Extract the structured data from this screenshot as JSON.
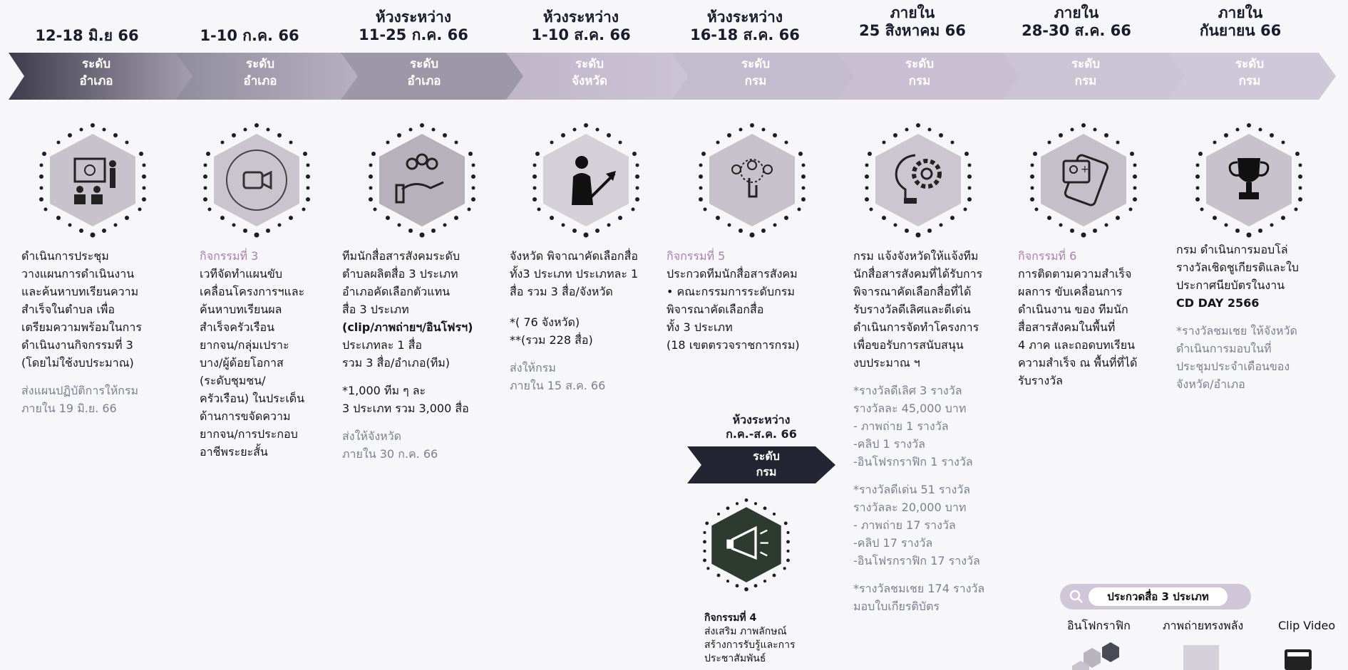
{
  "stages": [
    {
      "date": "12-18 มิ.ย 66",
      "level": [
        "ระดับ",
        "อำเภอ"
      ],
      "icon": "presentation-meeting-icon"
    },
    {
      "date": "1-10 ก.ค. 66",
      "level": [
        "ระดับ",
        "อำเภอ"
      ],
      "icon": "video-camera-icon"
    },
    {
      "date": "ห้วงระหว่าง 11-25 ก.ค. 66",
      "level": [
        "ระดับ",
        "อำเภอ"
      ],
      "icon": "team-hand-icon"
    },
    {
      "date": "ห้วงระหว่าง 1-10 ส.ค. 66",
      "level": [
        "ระดับ",
        "จังหวัด"
      ],
      "icon": "growth-arrow-icon"
    },
    {
      "date": "ห้วงระหว่าง 16-18 ส.ค. 66",
      "level": [
        "ระดับ",
        "กรม"
      ],
      "icon": "select-people-icon"
    },
    {
      "date": "ภายใน 25 สิงหาคม 66",
      "level": [
        "ระดับ",
        "กรม"
      ],
      "icon": "idea-gear-icon"
    },
    {
      "date": "ภายใน 28-30 ส.ค. 66",
      "level": [
        "ระดับ",
        "กรม"
      ],
      "icon": "tablet-photo-icon"
    },
    {
      "date": "ภายใน กันยายน 66",
      "level": [
        "ระดับ",
        "กรม"
      ],
      "icon": "trophy-icon"
    }
  ],
  "dates": {
    "s1": [
      "12-18 มิ.ย 66"
    ],
    "s2": [
      "1-10 ก.ค. 66"
    ],
    "s3": [
      "ห้วงระหว่าง",
      "11-25 ก.ค. 66"
    ],
    "s4": [
      "ห้วงระหว่าง",
      "1-10 ส.ค. 66"
    ],
    "s5": [
      "ห้วงระหว่าง",
      "16-18 ส.ค. 66"
    ],
    "s6": [
      "ภายใน",
      "25 สิงหาคม 66"
    ],
    "s7": [
      "ภายใน",
      "28-30 ส.ค. 66"
    ],
    "s8": [
      "ภายใน",
      "กันยายน 66"
    ]
  },
  "col1": {
    "lines": [
      "ดำเนินการประชุม",
      "วางแผนการดำเนินงาน",
      "และค้นหาบทเรียนความ",
      "สำเร็จในตำบล เพื่อ",
      "เตรียมความพร้อมในการ",
      "ดำเนินงานกิจกรรมที่ 3",
      "(โดยไม่ใช้งบประมาณ)"
    ],
    "note": [
      "ส่งแผนปฏิบัติการให้กรม",
      "ภายใน 19 มิ.ย. 66"
    ]
  },
  "col2": {
    "activity": "กิจกรรมที่ 3",
    "lines": [
      "เวทีจัดทำแผนขับ",
      "เคลื่อนโครงการฯและ",
      "ค้นหาบทเรียนผล",
      "สำเร็จครัวเรือน",
      "ยากจน/กลุ่มเปราะ",
      "บาง/ผู้ด้อยโอกาส",
      "(ระดับชุมชน/",
      "ครัวเรือน) ในประเด็น",
      "ด้านการขจัดความ",
      "ยากจน/การประกอบ",
      "อาชีพระยะสั้น"
    ]
  },
  "col3": {
    "lines": [
      "ทีมนักสื่อสารสังคมระดับ",
      "ตำบลผลิตสื่อ 3 ประเภท",
      "อำเภอคัดเลือกตัวแทน",
      "สื่อ 3 ประเภท",
      "(clip/ภาพถ่ายฯ/อินโฟรฯ)",
      "ประเภทละ 1 สื่อ",
      "รวม 3 สื่อ/อำเภอ(ทีม)"
    ],
    "extra": [
      "*1,000 ทีม ๆ ละ",
      "3 ประเภท รวม 3,000 สื่อ"
    ],
    "note": [
      "ส่งให้จังหวัด",
      "ภายใน 30 ก.ค. 66"
    ]
  },
  "col4": {
    "lines": [
      "จังหวัด พิจาณาคัดเลือกสื่อ",
      "ทั้ง3 ประเภท ประเภทละ 1",
      "สื่อ รวม 3 สื่อ/จังหวัด"
    ],
    "extra": [
      "*( 76 จังหวัด)",
      "**(รวม 228 สื่อ)"
    ],
    "note": [
      "ส่งให้กรม",
      "ภายใน 15 ส.ค. 66"
    ]
  },
  "col5": {
    "activity": "กิจกรรมที่ 5",
    "lines": [
      "ประกวดทีมนักสื่อสารสังคม",
      "  •  คณะกรรมการระดับกรม",
      "พิจารณาคัดเลือกสื่อ",
      "ทั้ง 3 ประเภท",
      "(18 เขตตรวจราชการกรม)"
    ]
  },
  "sub": {
    "date": [
      "ห้วงระหว่าง",
      "ก.ค.-ส.ค. 66"
    ],
    "level": [
      "ระดับ",
      "กรม"
    ],
    "icon": "megaphone-icon",
    "activity": "กิจกรรมที่ 4",
    "lines": [
      "ส่งเสริม ภาพลักษณ์",
      "สร้างการรับรู้และการ",
      "ประชาสัมพันธ์"
    ]
  },
  "col6": {
    "lines": [
      "กรม แจ้งจังหวัดให้แจ้งทีม",
      "นักสื่อสารสังคมที่ได้รับการ",
      "พิจารณาคัดเลือกสื่อที่ได้",
      "รับรางวัลดีเลิศและดีเด่น",
      "ดำเนินการจัดทำโครงการ",
      "เพื่อขอรับการสนับสนุน",
      "งบประมาณ ฯ"
    ],
    "award1": [
      "*รางวัลดีเลิศ 3 รางวัล",
      "รางวัลละ 45,000 บาท",
      "- ภาพถ่าย 1 รางวัล",
      "-คลิป 1 รางวัล",
      "-อินโฟรกราฟิก 1 รางวัล"
    ],
    "award2": [
      "*รางวัลดีเด่น 51 รางวัล",
      "รางวัลละ 20,000 บาท",
      "- ภาพถ่าย 17 รางวัล",
      "-คลิป 17 รางวัล",
      "-อินโฟรกราฟิก 17 รางวัล"
    ],
    "award3": [
      "*รางวัลชมเชย 174 รางวัล",
      "มอบใบเกียรติบัตร"
    ]
  },
  "col7": {
    "activity": "กิจกรรมที่ 6",
    "lines": [
      "การติดตามความสำเร็จ",
      "ผลการ ขับเคลื่อนการ",
      "ดำเนินงาน ของ ทีมนัก",
      "สื่อสารสังคมในพื้นที่",
      "4 ภาค และถอดบทเรียน",
      "ความสำเร็จ ณ พื้นที่ที่ได้",
      "รับรางวัล"
    ]
  },
  "col8": {
    "lines": [
      "กรม ดำเนินการมอบโล่",
      "รางวัลเชิดชูเกียรติและใบ",
      "ประกาศนียบัตรในงาน",
      "CD DAY 2566"
    ],
    "note": [
      "*รางวัลชมเชย ให้จังหวัด",
      "ดำเนินการมอบในที่",
      "ประชุมประจำเดือนของ",
      "จังหวัด/อำเภอ"
    ]
  },
  "contest": {
    "label": "ประกวดสื่อ 3 ประเภท",
    "types": [
      "อินโฟกราฟิก",
      "ภาพถ่ายทรงพลัง",
      "Clip Video"
    ]
  },
  "colors": {
    "arrow_dark": "#3c3a4a",
    "arrow_mid": "#8a8ea3",
    "arrow_light": "#b9a3c4",
    "activity": "#a97fb0",
    "note": "#7a7f93"
  }
}
